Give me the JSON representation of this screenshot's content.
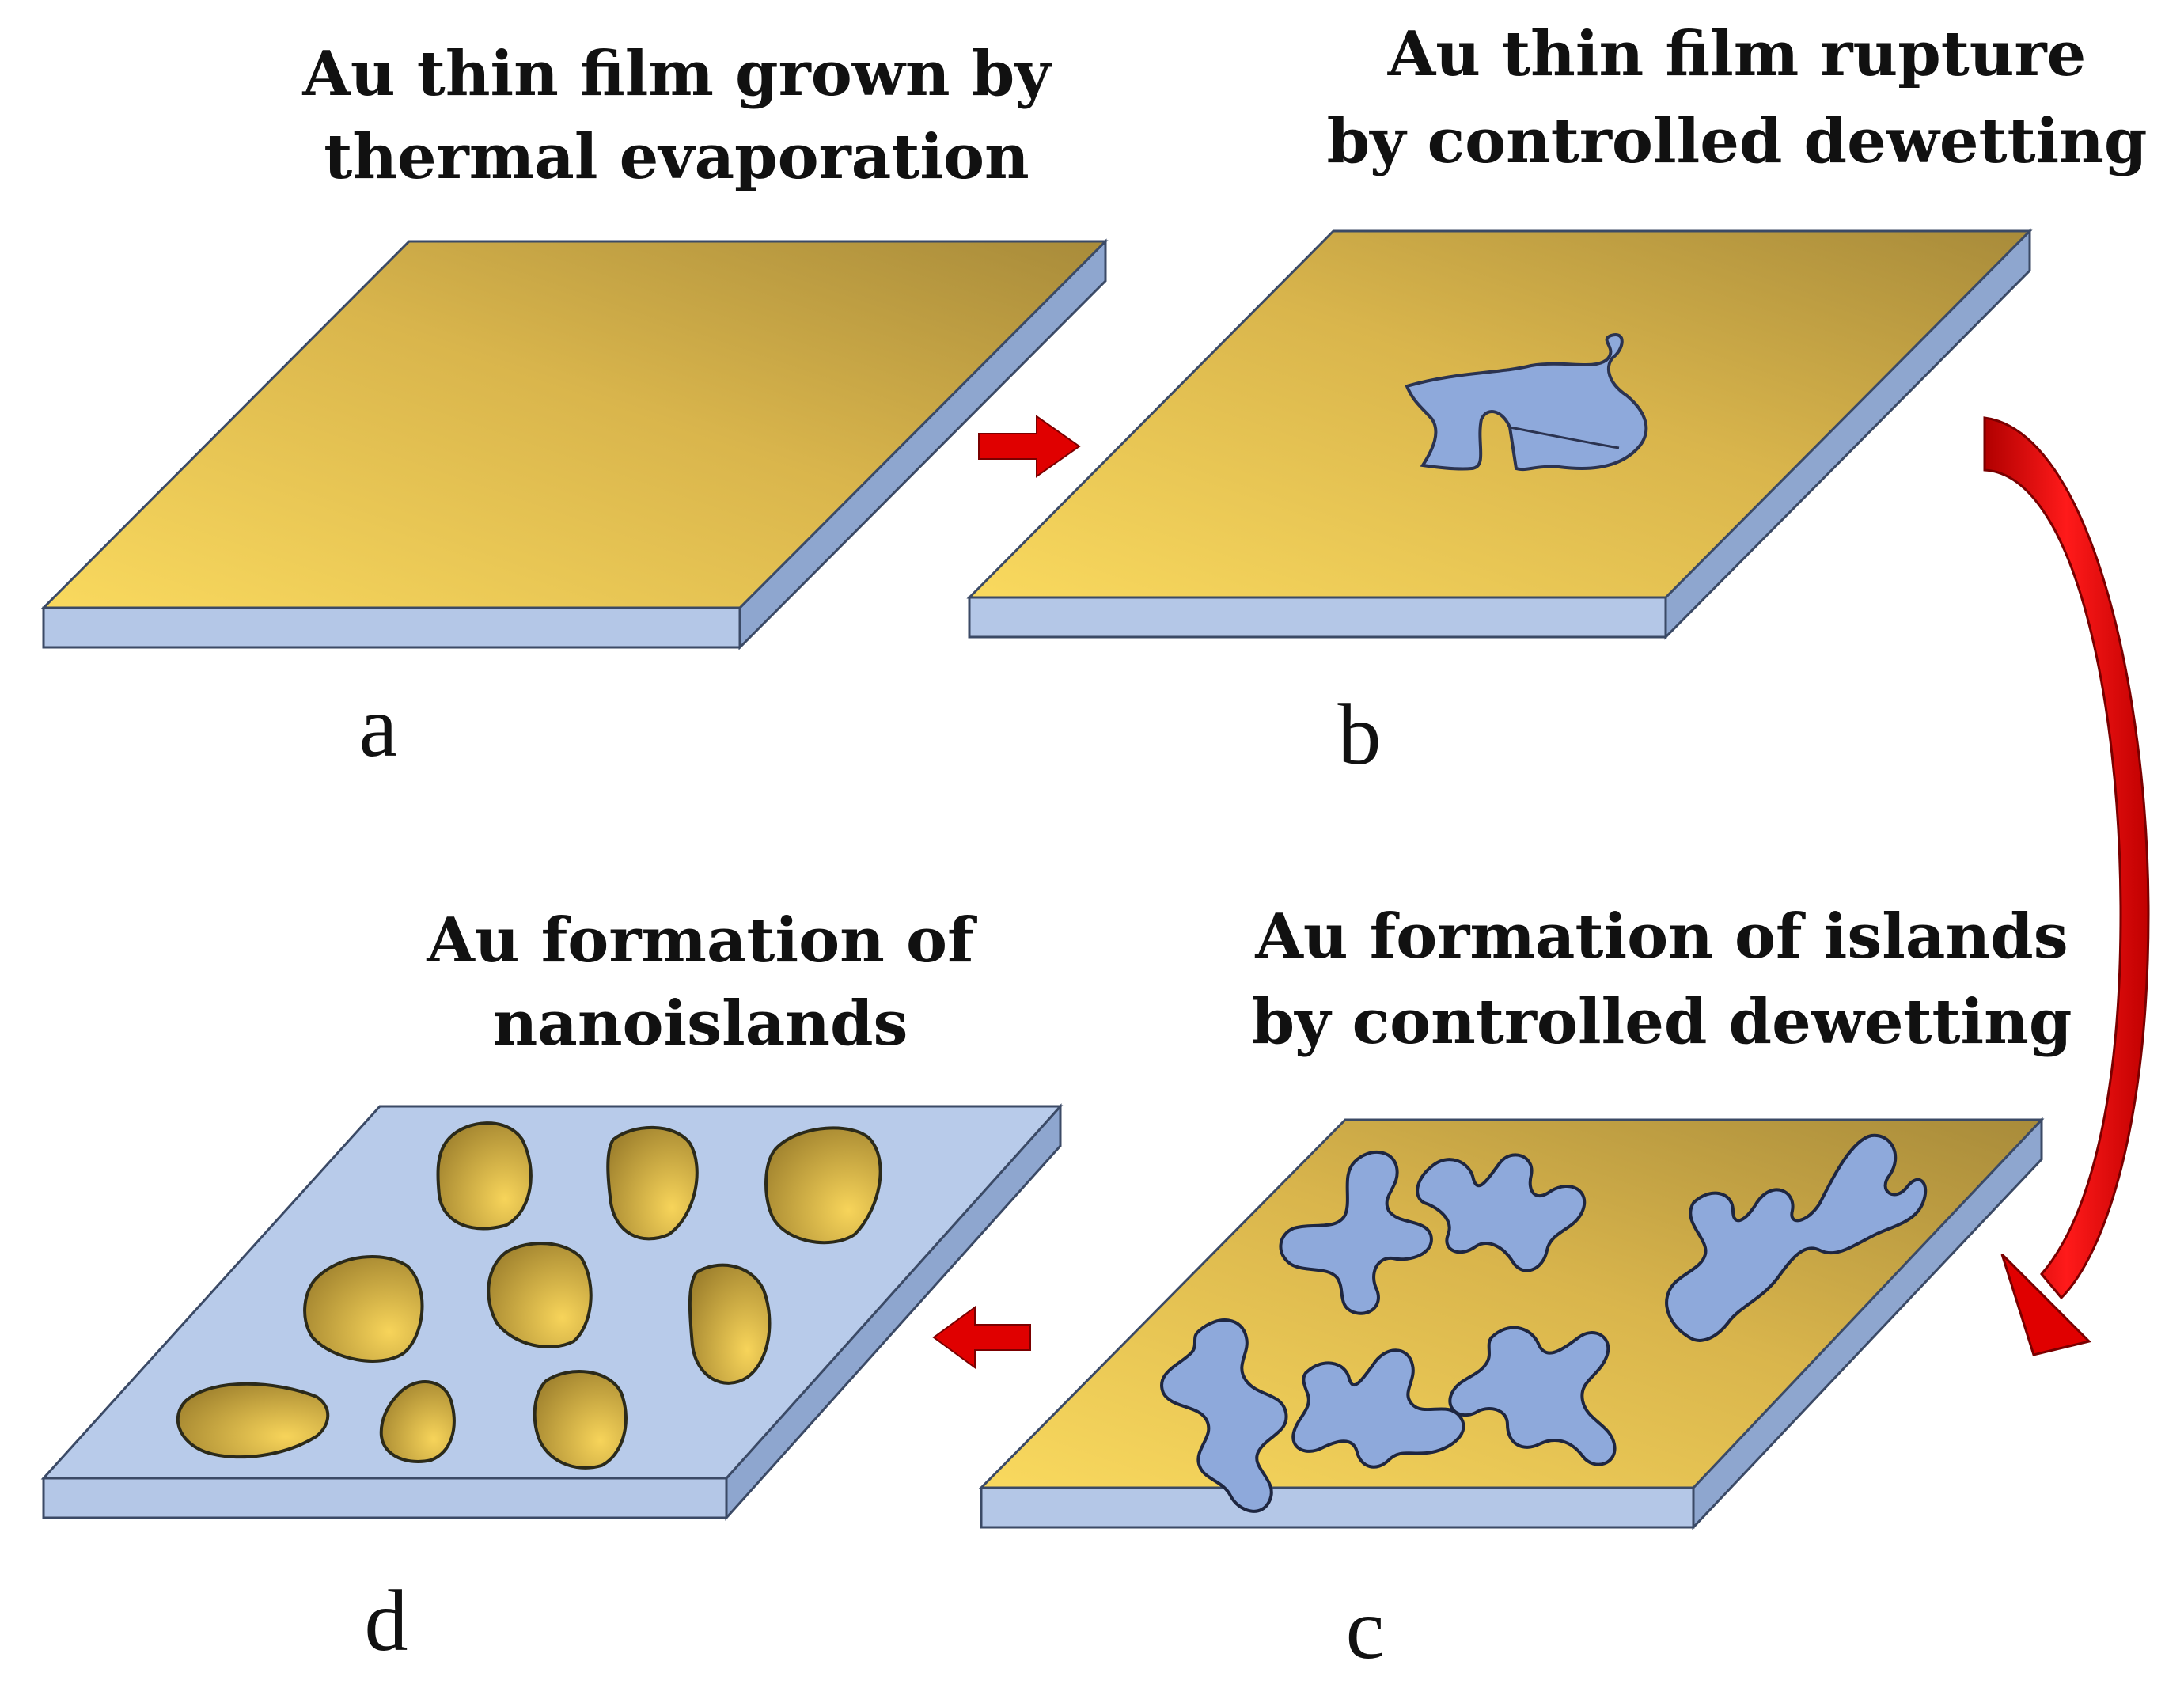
{
  "panels": {
    "a": {
      "title_line1": "Au thin film grown by",
      "title_line2": "thermal evaporation",
      "letter": "a"
    },
    "b": {
      "title_line1": "Au thin film rupture",
      "title_line2": "by controlled dewetting",
      "letter": "b"
    },
    "c": {
      "title_line1": "Au formation of islands",
      "title_line2": "by controlled dewetting",
      "letter": "c"
    },
    "d": {
      "title_line1": "Au formation of",
      "title_line2": "nanoislands",
      "letter": "d"
    }
  },
  "colors": {
    "gold_light": "#F7D45A",
    "gold_dark": "#A88B3A",
    "substrate": "#B4C7E7",
    "substrate_side": "#8EA6CF",
    "island_blue": "#8EA9DB",
    "arrow_red": "#E00000"
  }
}
